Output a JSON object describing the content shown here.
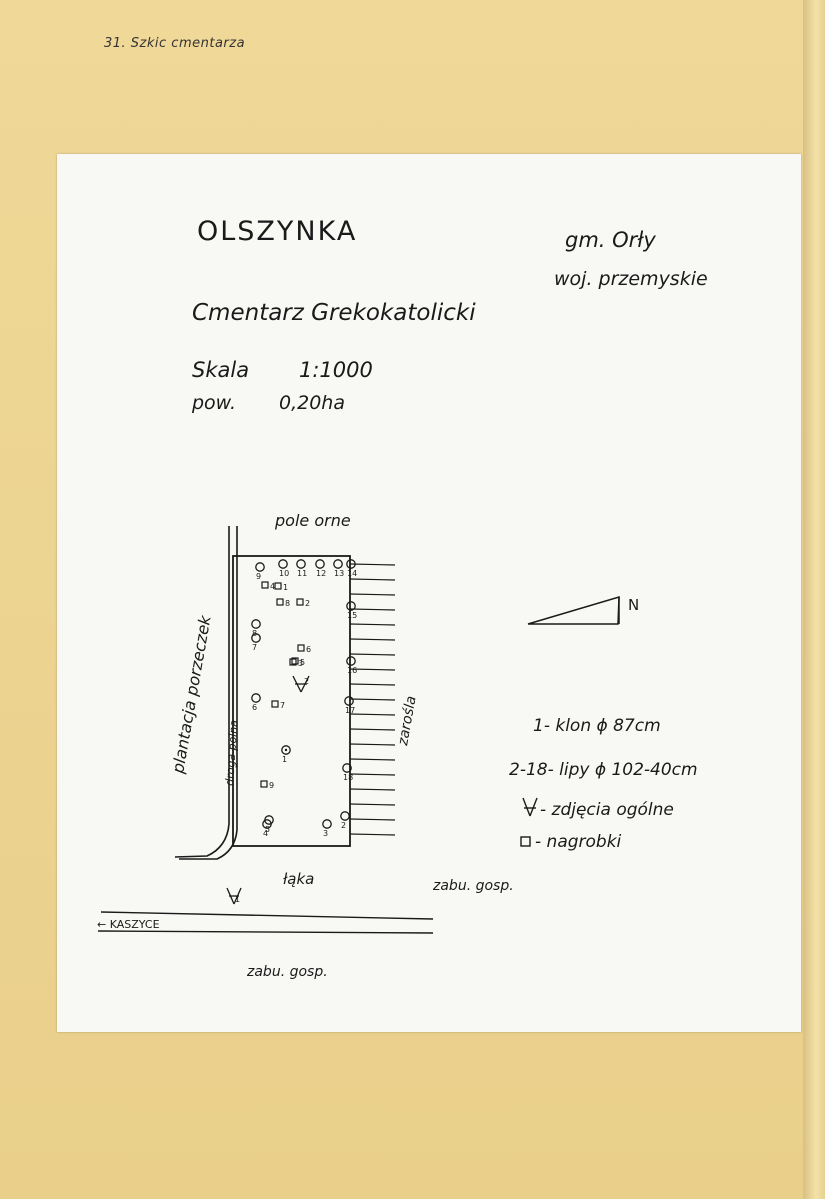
{
  "page": {
    "caption": "31. Szkic cmentarza"
  },
  "header": {
    "village": "OLSZYNKA",
    "commune": "gm. Orły",
    "province": "woj. przemyskie",
    "cemetery_type": "Cmentarz Grekokatolicki",
    "scale_label": "Skala",
    "scale_value": "1:1000",
    "area_label": "pow.",
    "area_value": "0,20ha"
  },
  "map": {
    "north_label": "N",
    "top_label": "pole orne",
    "left_label": "plantacja porzeczek",
    "road_label": "droga polna",
    "right_label": "zarośla",
    "bottom_label": "łąka",
    "right_bottom_label": "zabu. gosp.",
    "lower_label": "zabu. gosp.",
    "road_direction": "← KASZYCE",
    "photo_marker_inside": "2",
    "photo_marker_outside": "1",
    "trees": [
      {
        "n": "1"
      },
      {
        "n": "2"
      },
      {
        "n": "3"
      },
      {
        "n": "4"
      },
      {
        "n": "5"
      },
      {
        "n": "6"
      },
      {
        "n": "7"
      },
      {
        "n": "8"
      },
      {
        "n": "9"
      },
      {
        "n": "10"
      },
      {
        "n": "11"
      },
      {
        "n": "12"
      },
      {
        "n": "13"
      },
      {
        "n": "14"
      },
      {
        "n": "15"
      },
      {
        "n": "16"
      },
      {
        "n": "17"
      },
      {
        "n": "18"
      }
    ],
    "graves": [
      {
        "n": "1"
      },
      {
        "n": "2"
      },
      {
        "n": "3"
      },
      {
        "n": "4"
      },
      {
        "n": "5"
      },
      {
        "n": "6"
      },
      {
        "n": "7"
      },
      {
        "n": "8"
      },
      {
        "n": "9"
      }
    ]
  },
  "legend": {
    "item1": "1- klon ϕ 87cm",
    "item2": "2-18- lipy ϕ 102-40cm",
    "item3": "- zdjęcia ogólne",
    "item4": "- nagrobki"
  }
}
